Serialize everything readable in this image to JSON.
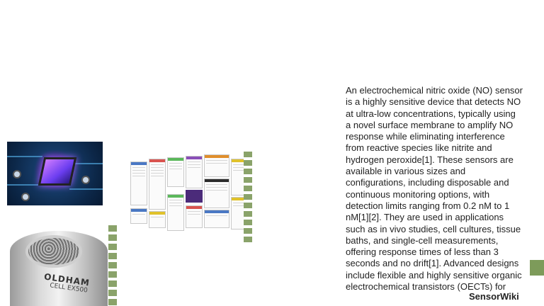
{
  "article": {
    "text": "An electrochemical nitric oxide (NO) sensor is a highly sensitive device that detects NO at ultra-low concentrations, typically using a novel surface membrane to amplify NO response while eliminating interference from reactive species like nitrite and hydrogen peroxide[1]. These sensors are available in various sizes and configurations, including disposable and continuous monitoring options, with detection limits ranging from 0.2 nM to 1 nM[1][2]. They are used in applications such as in vivo studies, cell cultures, tissue baths, and single-cell measurements, offering response times of less than 3 seconds and no drift[1]. Advanced designs include flexible and highly sensitive organic electrochemical transistors (OECTs) for"
  },
  "images": {
    "chip": "microchip-photo",
    "diagram": "sensor-classification-diagram",
    "sensor": "gas-sensor-photo",
    "sensor_label": "OLDHAM",
    "sensor_sublabel": "CELL EX500"
  },
  "watermark": {
    "text": "SensorWiki"
  },
  "colors": {
    "accent_green": "#7d9b5a"
  }
}
